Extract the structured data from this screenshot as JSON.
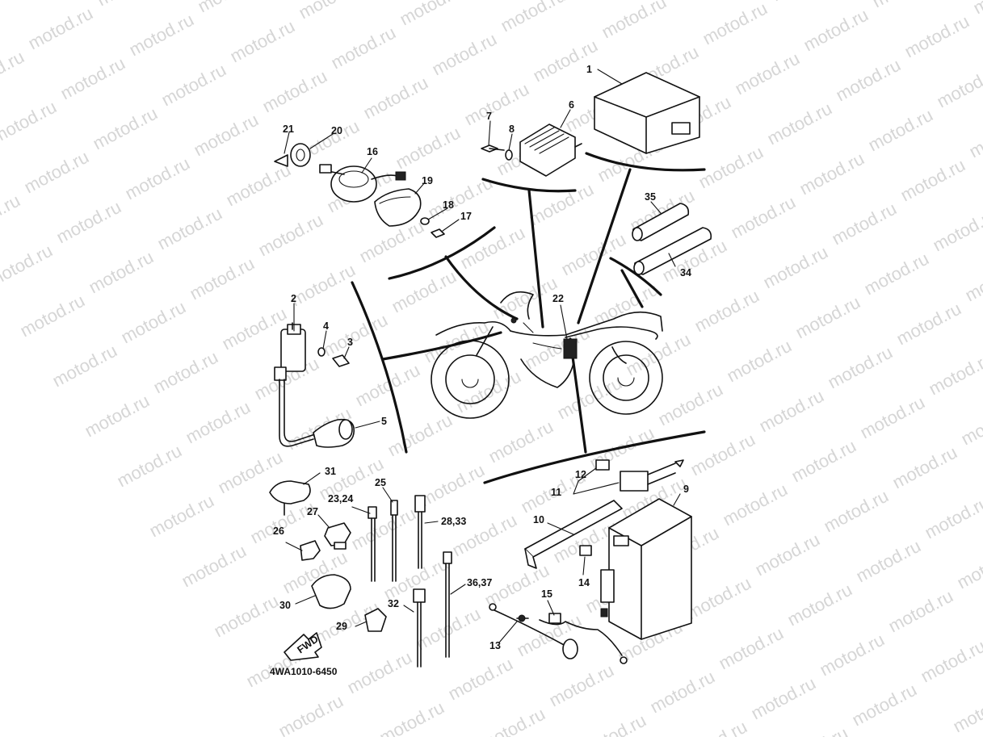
{
  "watermark": {
    "text": "motod.ru"
  },
  "diagram_code": "4WA1010-6450",
  "fwd_label": "FWD",
  "callouts": {
    "p1": "1",
    "p2": "2",
    "p3": "3",
    "p4": "4",
    "p5": "5",
    "p6": "6",
    "p7": "7",
    "p8": "8",
    "p9": "9",
    "p10": "10",
    "p11": "11",
    "p12": "12",
    "p13": "13",
    "p14": "14",
    "p15": "15",
    "p16": "16",
    "p17": "17",
    "p18": "18",
    "p19": "19",
    "p20": "20",
    "p21": "21",
    "p22": "22",
    "p23_24": "23,24",
    "p25": "25",
    "p26": "26",
    "p27": "27",
    "p28_33": "28,33",
    "p29": "29",
    "p30": "30",
    "p31": "31",
    "p32": "32",
    "p34": "34",
    "p35": "35",
    "p36_37": "36,37"
  }
}
